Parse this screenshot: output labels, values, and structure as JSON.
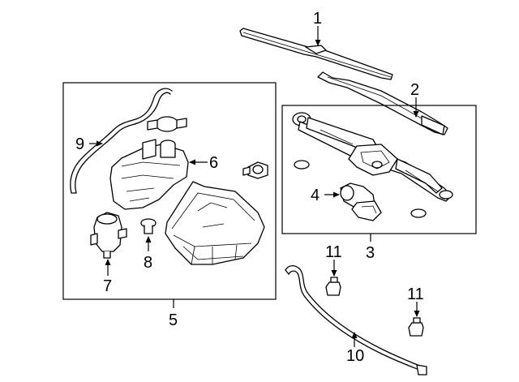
{
  "callouts": {
    "c1": "1",
    "c2": "2",
    "c3": "3",
    "c4": "4",
    "c5": "5",
    "c6": "6",
    "c7": "7",
    "c8": "8",
    "c9": "9",
    "c10": "10",
    "c11a": "11",
    "c11b": "11"
  },
  "colors": {
    "line": "#000000",
    "background": "#ffffff"
  }
}
